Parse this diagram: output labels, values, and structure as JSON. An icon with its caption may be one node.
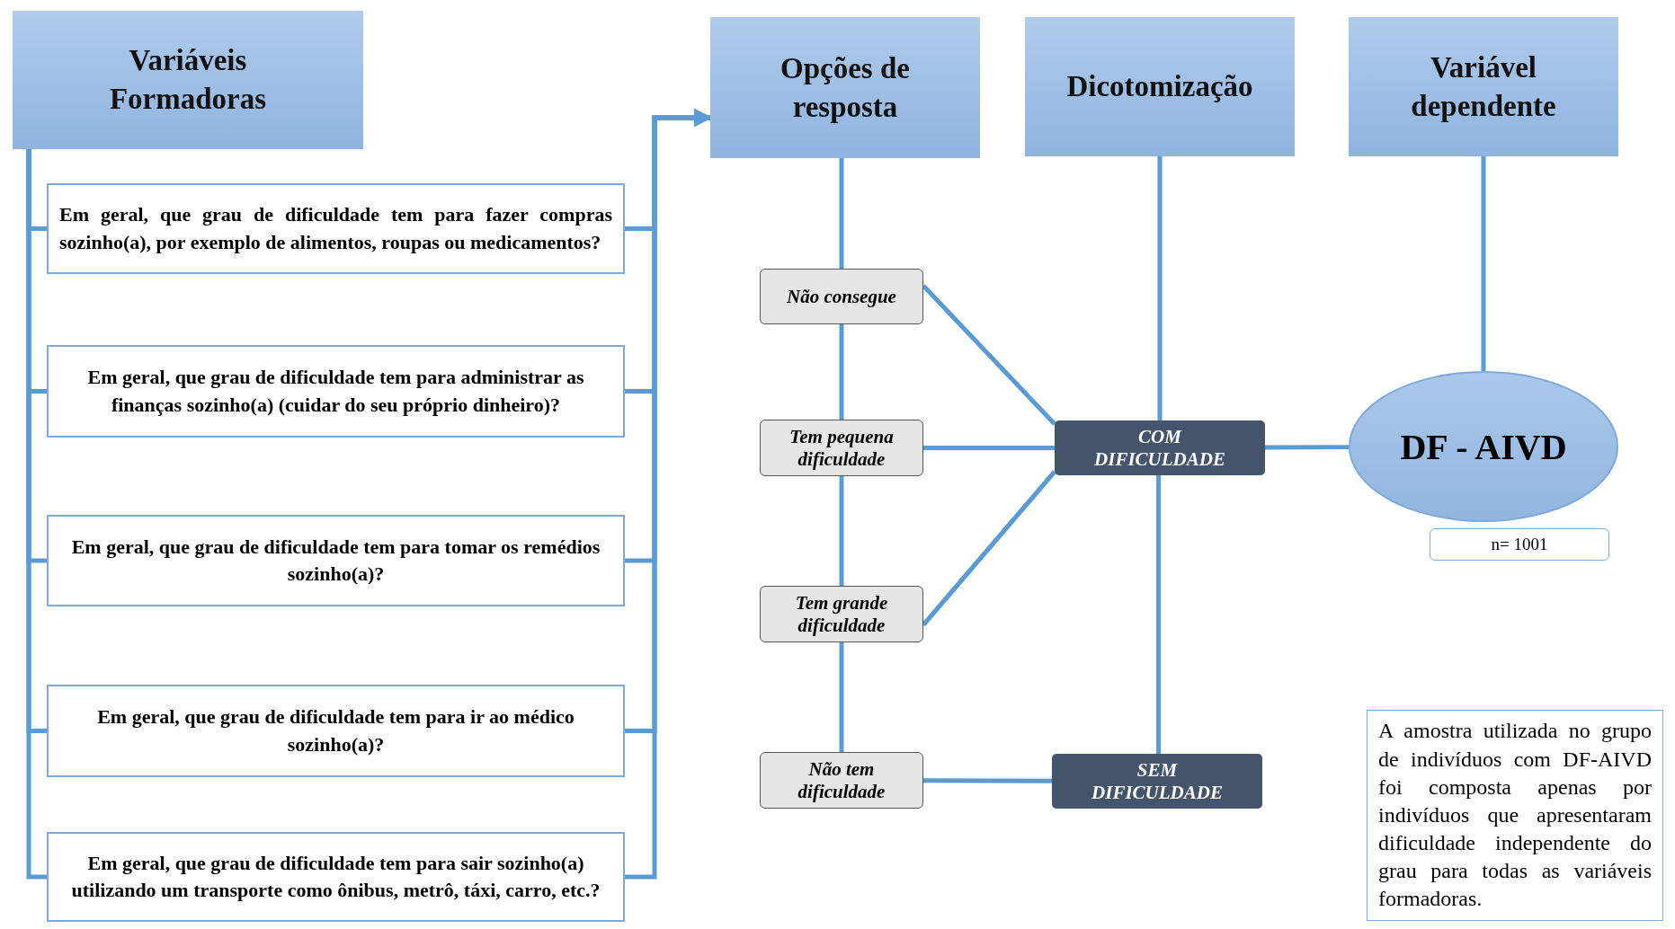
{
  "diagram": {
    "nodes": [
      {
        "text": [
          "Variáveis Formadoras"
        ]
      },
      {
        "text": [
          "Em geral, que grau de dificuldade tem para fazer compras sozinho(a), por exemplo de alimentos, roupas ou medicamentos?"
        ]
      },
      {
        "text": [
          "Em geral, que grau de dificuldade tem para administrar as finanças sozinho(a) (cuidar do seu próprio dinheiro)?"
        ]
      },
      {
        "text": [
          "Em geral, que grau de dificuldade  tem para tomar os remédios sozinho(a)?"
        ]
      },
      {
        "text": [
          "Em geral, que grau de dificuldade tem para ir ao médico sozinho(a)?"
        ]
      },
      {
        "text": [
          "Em geral, que grau de dificuldade tem para sair sozinho(a) utilizando um transporte como ônibus, metrô, táxi, carro, etc.?"
        ]
      },
      {
        "text": [
          "Opções de resposta"
        ]
      },
      {
        "text": [
          "Dicotomização"
        ]
      },
      {
        "text": [
          "Variável dependente"
        ]
      },
      {
        "text": [
          "Não consegue"
        ]
      },
      {
        "text": [
          "Tem pequena dificuldade"
        ]
      },
      {
        "text": [
          "Tem grande dificuldade"
        ]
      },
      {
        "text": [
          "Não tem dificuldade"
        ]
      },
      {
        "text": [
          "COM DIFICULDADE"
        ]
      },
      {
        "text": [
          "SEM DIFICULDADE"
        ]
      },
      {
        "text": [
          "DF - AIVD"
        ]
      },
      {
        "text": [
          "n= 1001"
        ]
      },
      {
        "text": [
          "A amostra utilizada no grupo de indivíduos com DF-AIVD foi composta apenas por indivíduos que apresentaram dificuldade independente do grau para todas as variáveis formadoras."
        ]
      }
    ],
    "edges": [
      {
        "from": 0,
        "to": 1,
        "arrow": "none"
      },
      {
        "from": 0,
        "to": 2,
        "arrow": "none"
      },
      {
        "from": 0,
        "to": 3,
        "arrow": "none"
      },
      {
        "from": 0,
        "to": 4,
        "arrow": "none"
      },
      {
        "from": 0,
        "to": 5,
        "arrow": "none"
      },
      {
        "from": 1,
        "to": 6,
        "arrow": "to"
      },
      {
        "from": 2,
        "to": 6,
        "arrow": "to"
      },
      {
        "from": 3,
        "to": 6,
        "arrow": "to"
      },
      {
        "from": 4,
        "to": 6,
        "arrow": "to"
      },
      {
        "from": 5,
        "to": 6,
        "arrow": "to"
      },
      {
        "from": 6,
        "to": 9,
        "arrow": "none"
      },
      {
        "from": 9,
        "to": 10,
        "arrow": "none"
      },
      {
        "from": 10,
        "to": 11,
        "arrow": "none"
      },
      {
        "from": 11,
        "to": 12,
        "arrow": "none"
      },
      {
        "from": 7,
        "to": 13,
        "arrow": "none"
      },
      {
        "from": 13,
        "to": 14,
        "arrow": "none"
      },
      {
        "from": 8,
        "to": 15,
        "arrow": "none"
      },
      {
        "from": 9,
        "to": 13,
        "arrow": "none"
      },
      {
        "from": 10,
        "to": 13,
        "arrow": "none"
      },
      {
        "from": 11,
        "to": 13,
        "arrow": "none"
      },
      {
        "from": 12,
        "to": 14,
        "arrow": "none"
      },
      {
        "from": 13,
        "to": 15,
        "arrow": "none"
      }
    ]
  }
}
